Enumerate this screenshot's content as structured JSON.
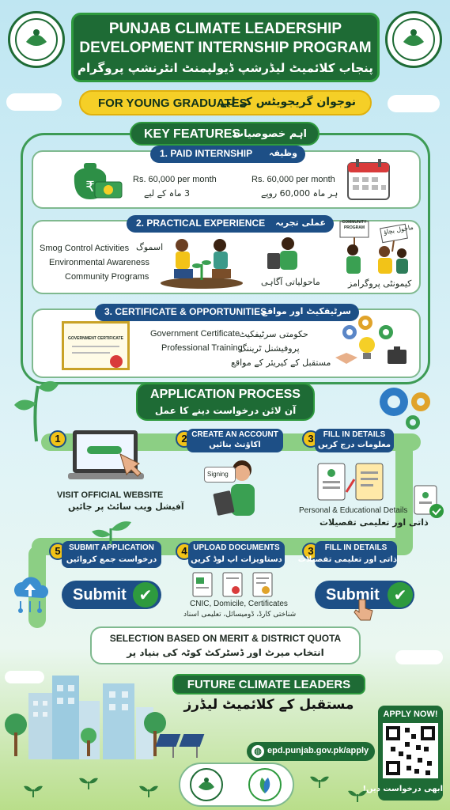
{
  "header": {
    "title_line1": "PUNJAB CLIMATE LEADERSHIP",
    "title_line2": "DEVELOPMENT INTERNSHIP PROGRAM",
    "title_urdu": "پنجاب کلائمیٹ لیڈرشپ ڈیولپمنٹ انٹرنشپ پروگرام",
    "subtitle_en": "FOR YOUNG GRADUATES",
    "subtitle_urdu": "نوجوان گریجویٹس کے لیے"
  },
  "key_features": {
    "title_en": "KEY FEATURES",
    "title_urdu": "اہم خصوصیات",
    "paid": {
      "heading": "1. PAID INTERNSHIP",
      "heading_urdu": "وظیفہ",
      "amount_left": "Rs. 60,000 per month",
      "duration_urdu": "3 ماہ کے لیے",
      "amount_right": "Rs. 60,000 per month",
      "amount_right_urdu": "ہر ماہ 60,000 روپے"
    },
    "practical": {
      "heading": "2. PRACTICAL EXPERIENCE",
      "heading_urdu": "عملی تجربہ",
      "items": [
        "Smog Control Activities",
        "Environmental Awareness",
        "Community Programs"
      ],
      "label_smog_urdu": "اسموگ",
      "label_awareness_urdu": "ماحولیاتی آگاہی",
      "label_community_urdu": "کیمونٹی پروگرامز",
      "sign_community": "COMMUNITY PROGRAM",
      "sign_urdu": "ماحول بچاؤ"
    },
    "certificate": {
      "heading": "3. CERTIFICATE & OPPORTUNITIES",
      "heading_urdu": "سرٹیفکیٹ اور مواقع",
      "cert_label": "GOVERNMENT CERTIFICATE",
      "item1": "Government Certificate",
      "item1_urdu": "حکومتی سرٹیفکیٹ",
      "item2": "Professional Training",
      "item2_urdu": "پروفیشنل ٹریننگ",
      "item3_urdu": "مستقبل کے کیریئر کے مواقع"
    }
  },
  "process": {
    "title_en": "APPLICATION PROCESS",
    "title_urdu": "آن لائن درخواست دینے کا عمل",
    "step1": {
      "num": "1",
      "label": "VISIT OFFICIAL WEBSITE",
      "label_urdu": "آفیشل ویب سائٹ پر جائیں"
    },
    "step2": {
      "num": "2",
      "label": "CREATE AN ACCOUNT",
      "label_urdu": "اکاؤنٹ بنائیں",
      "signing": "Signing"
    },
    "step3a": {
      "num": "3",
      "label": "FILL IN DETAILS",
      "label_urdu": "معلومات درج کریں",
      "details": "Personal & Educational Details",
      "details_urdu": "ذاتی اور تعلیمی تفصیلات"
    },
    "step3b": {
      "num": "3",
      "label": "FILL IN DETAILS",
      "label_urdu": "ذاتی اور تعلیمی تفصیلات"
    },
    "step4": {
      "num": "4",
      "label": "UPLOAD DOCUMENTS",
      "label_urdu": "دستاویزات اپ لوڈ کریں",
      "docs": "CNIC, Domicile, Certificates",
      "docs_urdu": "شناختی کارڈ، ڈومیسائل، تعلیمی اسناد"
    },
    "step5": {
      "num": "5",
      "label": "SUBMIT APPLICATION",
      "label_urdu": "درخواست جمع کروائیں"
    },
    "submit_label": "Submit",
    "selection": "SELECTION BASED ON MERIT & DISTRICT QUOTA",
    "selection_urdu": "انتخاب میرٹ اور ڈسٹرکٹ کوٹہ کی بنیاد پر"
  },
  "footer": {
    "future_en": "FUTURE CLIMATE LEADERS",
    "future_urdu": "مستقبل کے کلائمیٹ لیڈرز",
    "website": "epd.punjab.gov.pk/apply",
    "apply_now": "APPLY NOW!",
    "apply_now_urdu": "ابھی درخواست دیں!"
  },
  "colors": {
    "green": "#1e6b35",
    "blue": "#1d4f86",
    "yellow": "#f5cf27"
  }
}
